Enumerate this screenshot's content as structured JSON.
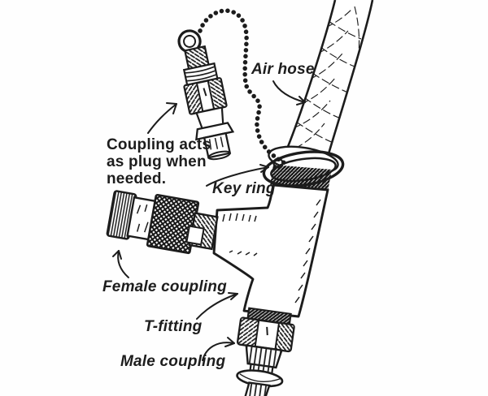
{
  "figure": {
    "type": "technical-illustration",
    "subject": "Air hose quick-connect T-fitting with spare coupling on a key-ring chain",
    "colors": {
      "ink": "#1c1c1c",
      "background": "#ffffff"
    },
    "labels": {
      "plug_note": "Coupling acts\nas plug when\nneeded.",
      "air_hose": "Air hose",
      "key_ring": "Key ring",
      "female_coupling": "Female coupling",
      "t_fitting": "T-fitting",
      "male_coupling": "Male coupling"
    }
  }
}
